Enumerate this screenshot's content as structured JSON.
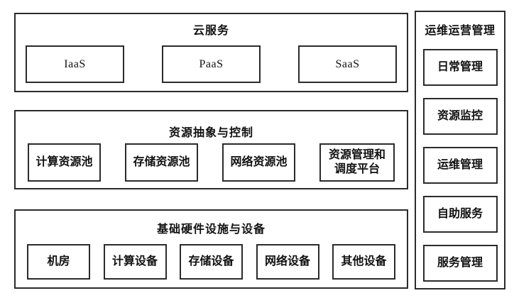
{
  "diagram": {
    "colors": {
      "border": "#2b2b2b",
      "background": "#ffffff",
      "text": "#111111"
    },
    "sections": {
      "cloud": {
        "title": "云服务",
        "items": [
          {
            "label": "IaaS"
          },
          {
            "label": "PaaS"
          },
          {
            "label": "SaaS"
          }
        ]
      },
      "abstraction": {
        "title": "资源抽象与控制",
        "items": [
          {
            "label": "计算资源池"
          },
          {
            "label": "存储资源池"
          },
          {
            "label": "网络资源池"
          },
          {
            "label": "资源管理和\n调度平台"
          }
        ]
      },
      "hardware": {
        "title": "基础硬件设施与设备",
        "items": [
          {
            "label": "机房"
          },
          {
            "label": "计算设备"
          },
          {
            "label": "存储设备"
          },
          {
            "label": "网络设备"
          },
          {
            "label": "其他设备"
          }
        ]
      },
      "operations": {
        "title": "运维运营管理",
        "items": [
          {
            "label": "日常管理"
          },
          {
            "label": "资源监控"
          },
          {
            "label": "运维管理"
          },
          {
            "label": "自助服务"
          },
          {
            "label": "服务管理"
          }
        ]
      }
    }
  }
}
